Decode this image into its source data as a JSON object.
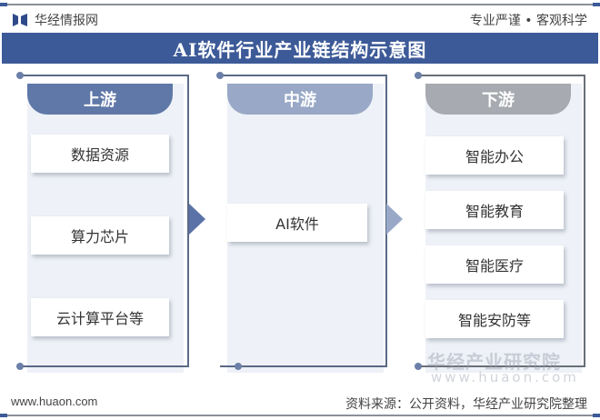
{
  "header": {
    "brand": "华经情报网",
    "slogan": "专业严谨 • 客观科学",
    "title": "AI软件行业产业链结构示意图"
  },
  "columns": [
    {
      "label": "上游",
      "items": [
        "数据资源",
        "算力芯片",
        "云计算平台等"
      ]
    },
    {
      "label": "中游",
      "items": [
        "AI软件"
      ]
    },
    {
      "label": "下游",
      "items": [
        "智能办公",
        "智能教育",
        "智能医疗",
        "智能安防等"
      ]
    }
  ],
  "watermark": {
    "name": "华经产业研究院",
    "url": "www.huaon.com"
  },
  "footer": {
    "url": "www.huaon.com",
    "source": "资料来源：公开资料，华经产业研究院整理"
  },
  "colors": {
    "title_bar": "#3d5a98",
    "upstream_header": "#5f78a8",
    "midstream_header": "#98a8c6",
    "downstream_header": "#a7aab0",
    "panel_bg": "#eef1f7"
  }
}
